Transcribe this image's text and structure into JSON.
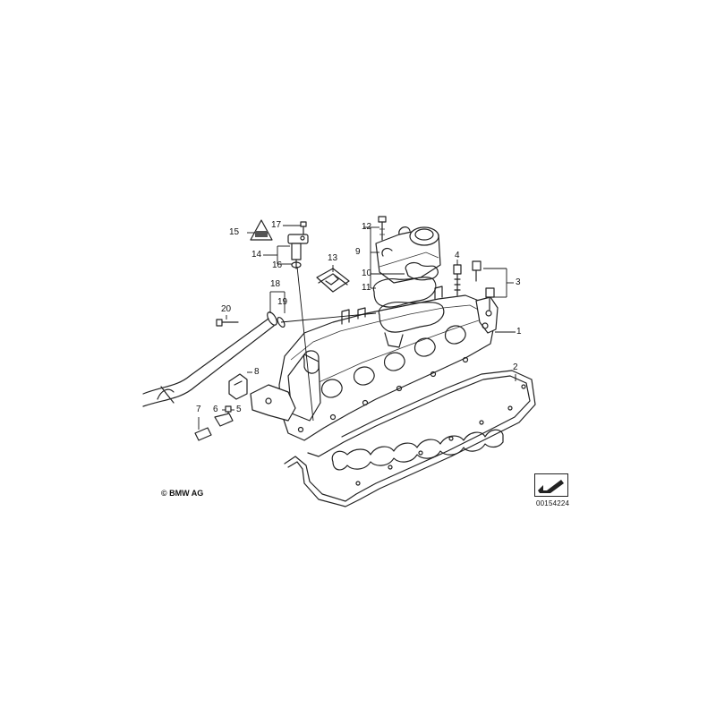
{
  "callouts": {
    "c1": "1",
    "c2": "2",
    "c3": "3",
    "c4": "4",
    "c5": "5",
    "c6": "6",
    "c7": "7",
    "c8": "8",
    "c9": "9",
    "c10": "10",
    "c11": "11",
    "c12": "12",
    "c13": "13",
    "c14": "14",
    "c15": "15",
    "c16": "16",
    "c17": "17",
    "c18": "18",
    "c19": "19",
    "c20": "20"
  },
  "copyright": "© BMW AG",
  "part_number": "00154224",
  "icons": {
    "warning_label": "warning-triangle-icon",
    "orientation": "orientation-arrow-icon"
  },
  "colors": {
    "line": "#222222",
    "background": "#ffffff"
  }
}
